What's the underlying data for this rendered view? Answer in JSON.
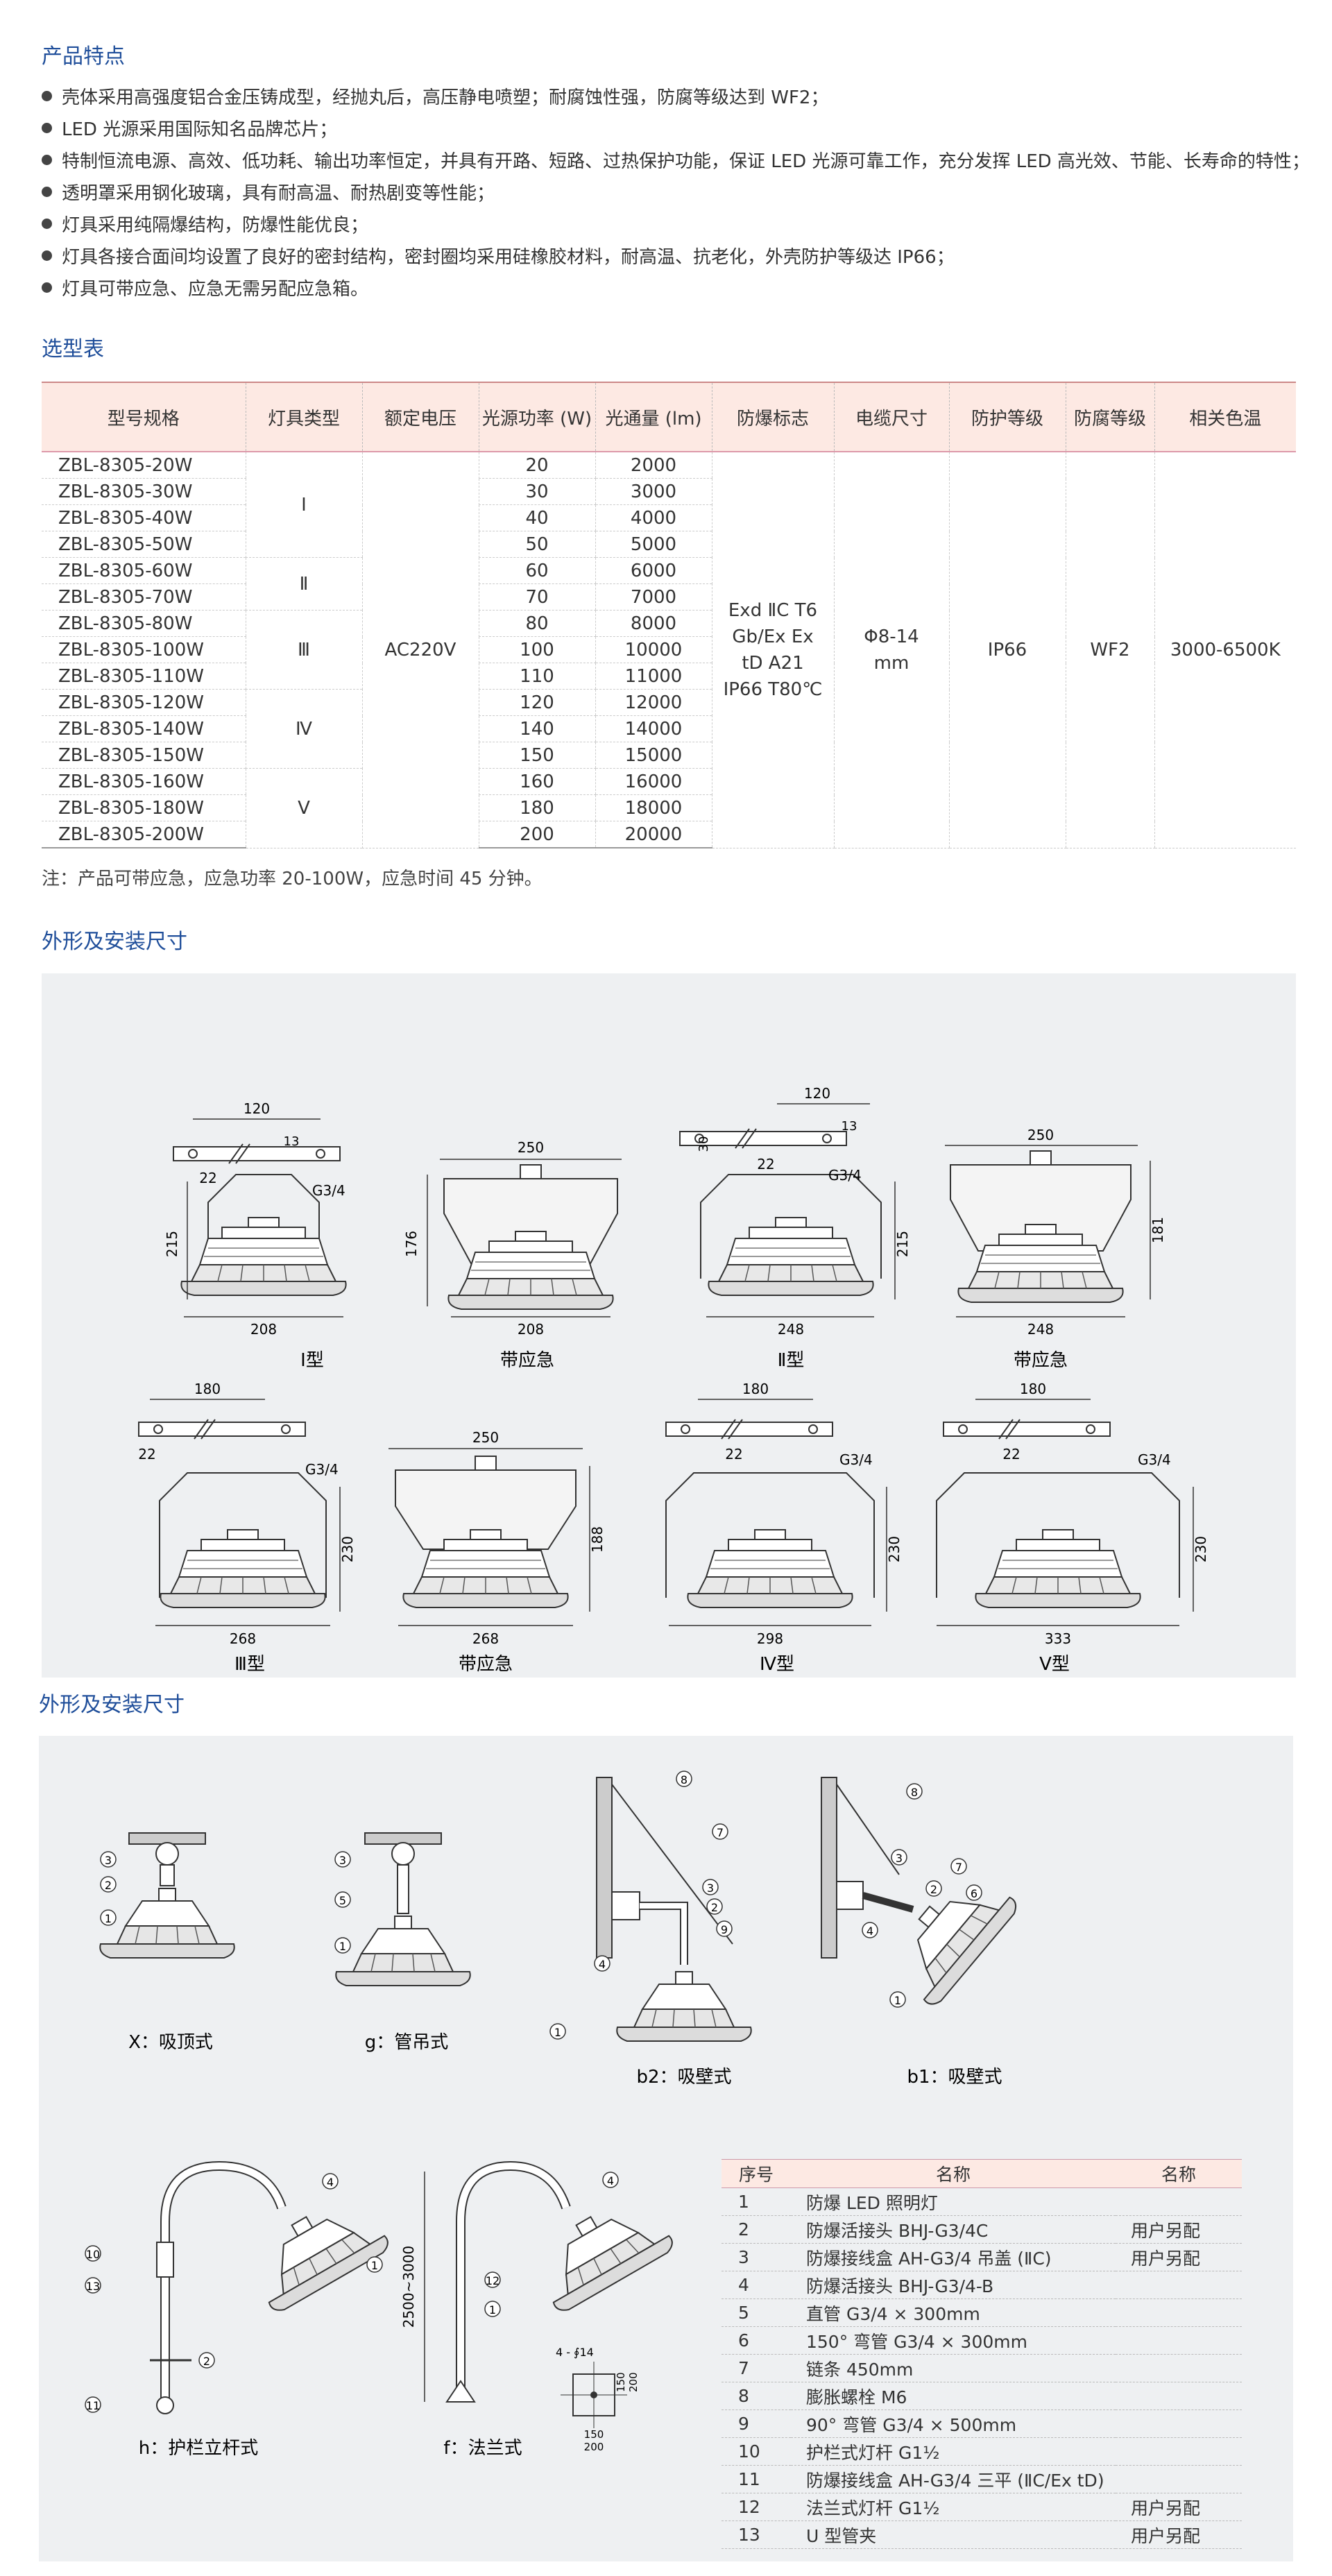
{
  "section1_title": "产品特点",
  "features": [
    "壳体采用高强度铝合金压铸成型，经抛丸后，高压静电喷塑；耐腐蚀性强，防腐等级达到 WF2；",
    "LED 光源采用国际知名品牌芯片；",
    "特制恒流电源、高效、低功耗、输出功率恒定，并具有开路、短路、过热保护功能，保证 LED 光源可靠工作，充分发挥 LED 高光效、节能、长寿命的特性；",
    "透明罩采用钢化玻璃，具有耐高温、耐热剧变等性能；",
    "灯具采用纯隔爆结构，防爆性能优良；",
    "灯具各接合面间均设置了良好的密封结构，密封圈均采用硅橡胶材料，耐高温、抗老化，外壳防护等级达 IP66；",
    "灯具可带应急、应急无需另配应急箱。"
  ],
  "section2_title": "选型表",
  "spec_table": {
    "headers": [
      "型号规格",
      "灯具类型",
      "额定电压",
      "光源功率 (W)",
      "光通量 (lm)",
      "防爆标志",
      "电缆尺寸",
      "防护等级",
      "防腐等级",
      "相关色温"
    ],
    "rows": [
      {
        "model": "ZBL-8305-20W",
        "power": "20",
        "flux": "2000"
      },
      {
        "model": "ZBL-8305-30W",
        "power": "30",
        "flux": "3000"
      },
      {
        "model": "ZBL-8305-40W",
        "power": "40",
        "flux": "4000"
      },
      {
        "model": "ZBL-8305-50W",
        "power": "50",
        "flux": "5000"
      },
      {
        "model": "ZBL-8305-60W",
        "power": "60",
        "flux": "6000"
      },
      {
        "model": "ZBL-8305-70W",
        "power": "70",
        "flux": "7000"
      },
      {
        "model": "ZBL-8305-80W",
        "power": "80",
        "flux": "8000"
      },
      {
        "model": "ZBL-8305-100W",
        "power": "100",
        "flux": "10000"
      },
      {
        "model": "ZBL-8305-110W",
        "power": "110",
        "flux": "11000"
      },
      {
        "model": "ZBL-8305-120W",
        "power": "120",
        "flux": "12000"
      },
      {
        "model": "ZBL-8305-140W",
        "power": "140",
        "flux": "14000"
      },
      {
        "model": "ZBL-8305-150W",
        "power": "150",
        "flux": "15000"
      },
      {
        "model": "ZBL-8305-160W",
        "power": "160",
        "flux": "16000"
      },
      {
        "model": "ZBL-8305-180W",
        "power": "180",
        "flux": "18000"
      },
      {
        "model": "ZBL-8305-200W",
        "power": "200",
        "flux": "20000"
      }
    ],
    "types": [
      "Ⅰ",
      "Ⅱ",
      "Ⅲ",
      "Ⅳ",
      "Ⅴ"
    ],
    "voltage": "AC220V",
    "ex_mark": "Exd ⅡC T6 Gb/Ex Ex tD A21 IP66 T80℃",
    "cable": "Φ8-14 mm",
    "protection": "IP66",
    "anticorrosion": "WF2",
    "color_temp": "3000-6500K"
  },
  "note": "注：产品可带应急，应急功率 20-100W，应急时间 45 分钟。",
  "section3_title": "外形及安装尺寸",
  "dimension_figures": {
    "labels": [
      "Ⅰ型",
      "带应急",
      "Ⅱ型",
      "带应急",
      "Ⅲ型",
      "带应急",
      "Ⅳ型",
      "Ⅴ型"
    ],
    "mount_width": "120",
    "mount_width_2": "180",
    "small_dims": [
      "22",
      "13",
      "30"
    ],
    "thread": "G3/4",
    "dims": {
      "type1": {
        "height": "215",
        "width": "208"
      },
      "type1_em": {
        "top": "250",
        "height": "176",
        "width": "208"
      },
      "type2": {
        "height": "215",
        "width": "248"
      },
      "type2_em": {
        "top": "250",
        "height": "181",
        "width": "248"
      },
      "type3": {
        "height": "230",
        "width": "268"
      },
      "type3_em": {
        "top": "250",
        "height": "188",
        "width": "268"
      },
      "type4": {
        "height": "230",
        "width": "298"
      },
      "type5": {
        "height": "230",
        "width": "333"
      }
    }
  },
  "section4_title": "外形及安装尺寸",
  "install_figures": {
    "labels": [
      "X：吸顶式",
      "g：管吊式",
      "b2：吸壁式",
      "b1：吸壁式",
      "h：护栏立杆式",
      "f：法兰式"
    ],
    "pole_height": "2500~3000",
    "flange_dims": [
      "4 - ∮14",
      "150",
      "200",
      "150",
      "200"
    ]
  },
  "parts_table": {
    "headers": [
      "序号",
      "名称",
      "名称"
    ],
    "rows": [
      {
        "no": "1",
        "name": "防爆 LED 照明灯",
        "note": ""
      },
      {
        "no": "2",
        "name": "防爆活接头 BHJ-G3/4C",
        "note": "用户另配"
      },
      {
        "no": "3",
        "name": "防爆接线盒 AH-G3/4 吊盖 (ⅡC)",
        "note": "用户另配"
      },
      {
        "no": "4",
        "name": "防爆活接头 BHJ-G3/4-B",
        "note": ""
      },
      {
        "no": "5",
        "name": "直管 G3/4 × 300mm",
        "note": ""
      },
      {
        "no": "6",
        "name": "150° 弯管 G3/4 × 300mm",
        "note": ""
      },
      {
        "no": "7",
        "name": "链条 450mm",
        "note": ""
      },
      {
        "no": "8",
        "name": "膨胀螺栓 M6",
        "note": ""
      },
      {
        "no": "9",
        "name": "90° 弯管 G3/4 × 500mm",
        "note": ""
      },
      {
        "no": "10",
        "name": "护栏式灯杆 G1½",
        "note": ""
      },
      {
        "no": "11",
        "name": "防爆接线盒 AH-G3/4 三平 (ⅡC/Ex tD)",
        "note": ""
      },
      {
        "no": "12",
        "name": "法兰式灯杆 G1½",
        "note": "用户另配"
      },
      {
        "no": "13",
        "name": "U 型管夹",
        "note": "用户另配"
      }
    ]
  }
}
